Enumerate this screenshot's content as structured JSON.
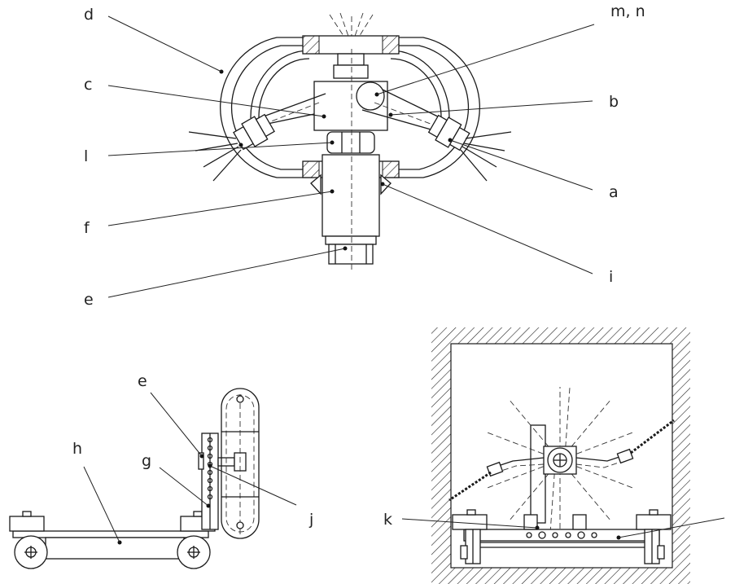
{
  "colors": {
    "ink": "#1a1a1a",
    "paper": "#ffffff"
  },
  "labels": {
    "a": "a",
    "b": "b",
    "c": "c",
    "d": "d",
    "e_top": "e",
    "f": "f",
    "i": "i",
    "l": "l",
    "mn": "m, n",
    "e_side": "e",
    "g": "g",
    "h": "h",
    "j": "j",
    "k": "k"
  }
}
